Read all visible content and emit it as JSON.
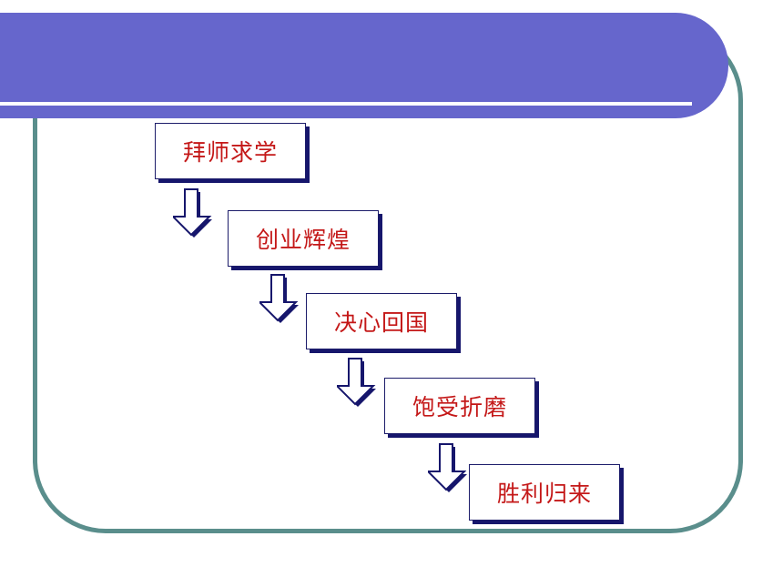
{
  "colors": {
    "header": "#6666cc",
    "border": "#5a8e8c",
    "step_text": "#c41818",
    "step_shadow": "#16166c"
  },
  "steps": [
    {
      "label": "拜师求学"
    },
    {
      "label": "创业辉煌"
    },
    {
      "label": "决心回国"
    },
    {
      "label": "饱受折磨"
    },
    {
      "label": "胜利归来"
    }
  ],
  "icons": {
    "arrow": "down-arrow-icon"
  }
}
